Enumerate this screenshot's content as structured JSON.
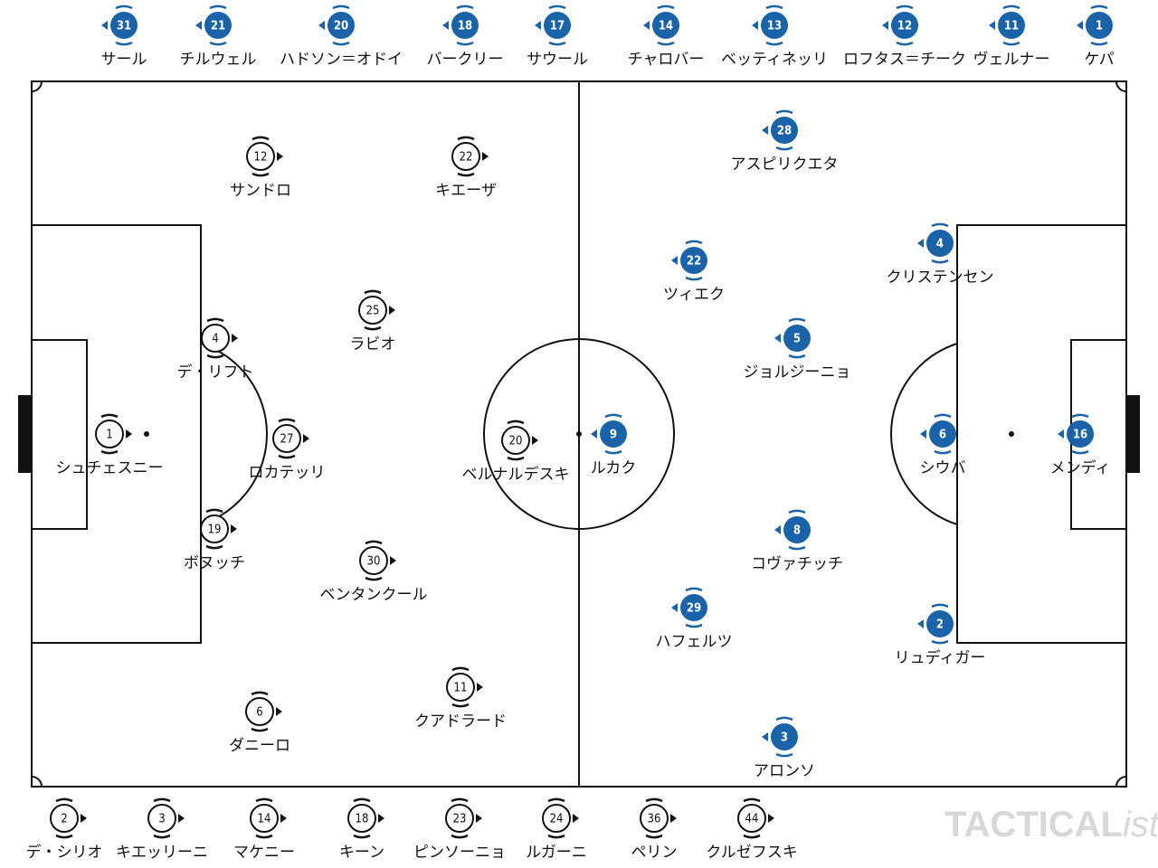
{
  "brand": {
    "main": "TACTICAL",
    "suffix": "ista"
  },
  "colors": {
    "away": "#1a63a8",
    "home": "#111111",
    "pitch_line": "#111111",
    "brand": "#d8d8d8"
  },
  "away_bench": [
    {
      "num": "31",
      "name": "サール"
    },
    {
      "num": "21",
      "name": "チルウェル"
    },
    {
      "num": "20",
      "name": "ハドソン＝オドイ"
    },
    {
      "num": "18",
      "name": "バークリー"
    },
    {
      "num": "17",
      "name": "サウール"
    },
    {
      "num": "14",
      "name": "チャロバー"
    },
    {
      "num": "13",
      "name": "ベッティネッリ"
    },
    {
      "num": "12",
      "name": "ロフタス＝チーク"
    },
    {
      "num": "11",
      "name": "ヴェルナー"
    },
    {
      "num": "1",
      "name": "ケパ"
    }
  ],
  "home_bench": [
    {
      "num": "2",
      "name": "デ・シリオ"
    },
    {
      "num": "3",
      "name": "キエッリーニ"
    },
    {
      "num": "14",
      "name": "マケニー"
    },
    {
      "num": "18",
      "name": "キーン"
    },
    {
      "num": "23",
      "name": "ピンソーニョ"
    },
    {
      "num": "24",
      "name": "ルガーニ"
    },
    {
      "num": "36",
      "name": "ペリン"
    },
    {
      "num": "44",
      "name": "クルゼフスキ"
    }
  ],
  "home_lineup": [
    {
      "num": "1",
      "name": "シュチェスニー"
    },
    {
      "num": "4",
      "name": "デ・リフト"
    },
    {
      "num": "19",
      "name": "ボヌッチ"
    },
    {
      "num": "12",
      "name": "サンドロ"
    },
    {
      "num": "27",
      "name": "ロカテッリ"
    },
    {
      "num": "6",
      "name": "ダニーロ"
    },
    {
      "num": "25",
      "name": "ラビオ"
    },
    {
      "num": "30",
      "name": "ベンタンクール"
    },
    {
      "num": "22",
      "name": "キエーザ"
    },
    {
      "num": "11",
      "name": "クアドラード"
    },
    {
      "num": "20",
      "name": "ベルナルデスキ"
    }
  ],
  "away_lineup": [
    {
      "num": "9",
      "name": "ルカク"
    },
    {
      "num": "28",
      "name": "アスピリクエタ"
    },
    {
      "num": "22",
      "name": "ツィエク"
    },
    {
      "num": "5",
      "name": "ジョルジーニョ"
    },
    {
      "num": "8",
      "name": "コヴァチッチ"
    },
    {
      "num": "29",
      "name": "ハフェルツ"
    },
    {
      "num": "3",
      "name": "アロンソ"
    },
    {
      "num": "4",
      "name": "クリステンセン"
    },
    {
      "num": "6",
      "name": "シウバ"
    },
    {
      "num": "2",
      "name": "リュディガー"
    },
    {
      "num": "16",
      "name": "メンディ"
    }
  ]
}
